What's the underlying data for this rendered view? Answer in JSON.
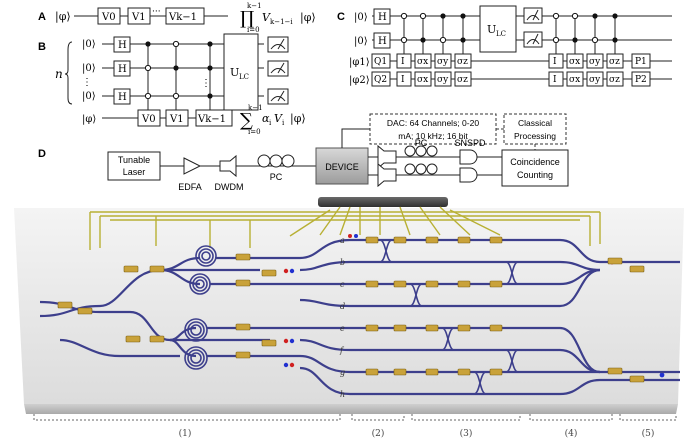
{
  "panels": {
    "a_label": "A",
    "b_label": "B",
    "c_label": "C",
    "d_label": "D"
  },
  "panel_a": {
    "input": "|φ⟩",
    "gates": [
      "V0",
      "V1",
      "Vk−1"
    ],
    "ellipsis": "···",
    "output": "∏",
    "output_upper": "k−1",
    "output_lower": "i=0",
    "output_term": "V",
    "output_sub": "k−1−i",
    "output_ket": "|φ⟩"
  },
  "panel_b": {
    "n_label": "n",
    "registers": [
      "|0⟩",
      "|0⟩",
      "|0⟩"
    ],
    "h_gate": "H",
    "dots": "⋮",
    "ulc": "U",
    "ulc_sub": "LC",
    "target": "|φ⟩",
    "gates": [
      "V0",
      "V1",
      "Vk−1"
    ],
    "sum": "∑",
    "sum_upper": "k−1",
    "sum_lower": "i=0",
    "sum_term": "α",
    "sum_term_sub": "i",
    "sum_term2": "V",
    "sum_term2_sub": "i",
    "sum_ket": "|φ⟩"
  },
  "panel_c": {
    "registers": [
      "|0⟩",
      "|0⟩",
      "|φ1⟩",
      "|φ2⟩"
    ],
    "h_gate": "H",
    "q_gates": [
      "Q1",
      "Q2"
    ],
    "pauli_row1": [
      "I",
      "σx",
      "σy",
      "σz"
    ],
    "pauli_row2": [
      "I",
      "σx",
      "σy",
      "σz"
    ],
    "ulc": "U",
    "ulc_sub": "LC",
    "pauli_out1": [
      "I",
      "σx",
      "σy",
      "σz"
    ],
    "pauli_out2": [
      "I",
      "σx",
      "σy",
      "σz"
    ],
    "p_gates": [
      "P1",
      "P2"
    ]
  },
  "panel_d": {
    "laser": [
      "Tunable",
      "Laser"
    ],
    "edfa": "EDFA",
    "dwdm": "DWDM",
    "pc1": "PC",
    "device": "DEVICE",
    "dac": [
      "DAC: 64 Channels; 0-20",
      "mA; 10 kHz; 16 bit"
    ],
    "classical": [
      "Classical",
      "Processing"
    ],
    "pc2": "PC",
    "snspd": "SNSPD",
    "coincidence": [
      "Coincidence",
      "Counting"
    ]
  },
  "chip": {
    "sections": [
      "(1)",
      "(2)",
      "(3)",
      "(4)",
      "(5)"
    ],
    "channel_letters": [
      "a",
      "b",
      "c",
      "d",
      "e",
      "f",
      "g",
      "h"
    ]
  }
}
